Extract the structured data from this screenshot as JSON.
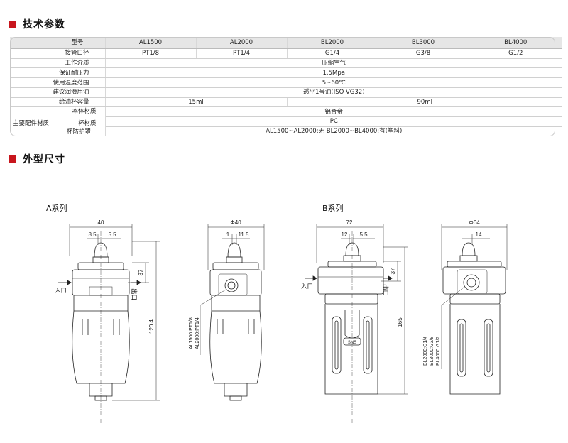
{
  "sections": {
    "tech_params": "技术参数",
    "dimensions": "外型尺寸"
  },
  "spec": {
    "header": {
      "label": "型号",
      "models": [
        "AL1500",
        "AL2000",
        "BL2000",
        "BL3000",
        "BL4000"
      ]
    },
    "rows": {
      "port": {
        "label": "接管口径",
        "values": [
          "PT1/8",
          "PT1/4",
          "G1/4",
          "G3/8",
          "G1/2"
        ]
      },
      "medium": {
        "label": "工作介质",
        "value": "压缩空气"
      },
      "pressure": {
        "label": "保证耐压力",
        "value": "1.5Mpa"
      },
      "temp": {
        "label": "使用温度范围",
        "value": "5~60℃"
      },
      "oil": {
        "label": "建议润滑用油",
        "value": "透平1号油(ISO VG32)"
      },
      "cup": {
        "label": "给油杯容量",
        "values": [
          "15ml",
          "90ml"
        ]
      },
      "materials": {
        "label": "主要配件材质",
        "body": {
          "label": "本体材质",
          "value": "铝合金"
        },
        "cupmat": {
          "label": "杯材质",
          "value": "PC"
        },
        "guard": {
          "label": "杯防护罩",
          "value": "AL1500~AL2000:无    BL2000~BL4000:有(塑料)"
        }
      }
    }
  },
  "drawings": {
    "a_series": "A系列",
    "b_series": "B系列",
    "inlet": "入口",
    "outlet": "出口",
    "a_front": {
      "width": "40",
      "d1": "8.5",
      "d2": "5.5",
      "h1": "37",
      "h2": "120.4"
    },
    "a_side": {
      "dia": "Φ40",
      "d1": "1",
      "d2": "11.5",
      "ports": [
        "AL1500:PT1/8",
        "AL2000:PT1/4"
      ]
    },
    "b_front": {
      "width": "72",
      "d1": "12",
      "d2": "5.5",
      "h1": "37",
      "h2": "165",
      "brand": "SNS"
    },
    "b_side": {
      "dia": "Φ64",
      "d1": "14",
      "ports": [
        "BL2000:G1/4",
        "BL3000:G3/8",
        "BL4000:G1/2"
      ]
    }
  }
}
